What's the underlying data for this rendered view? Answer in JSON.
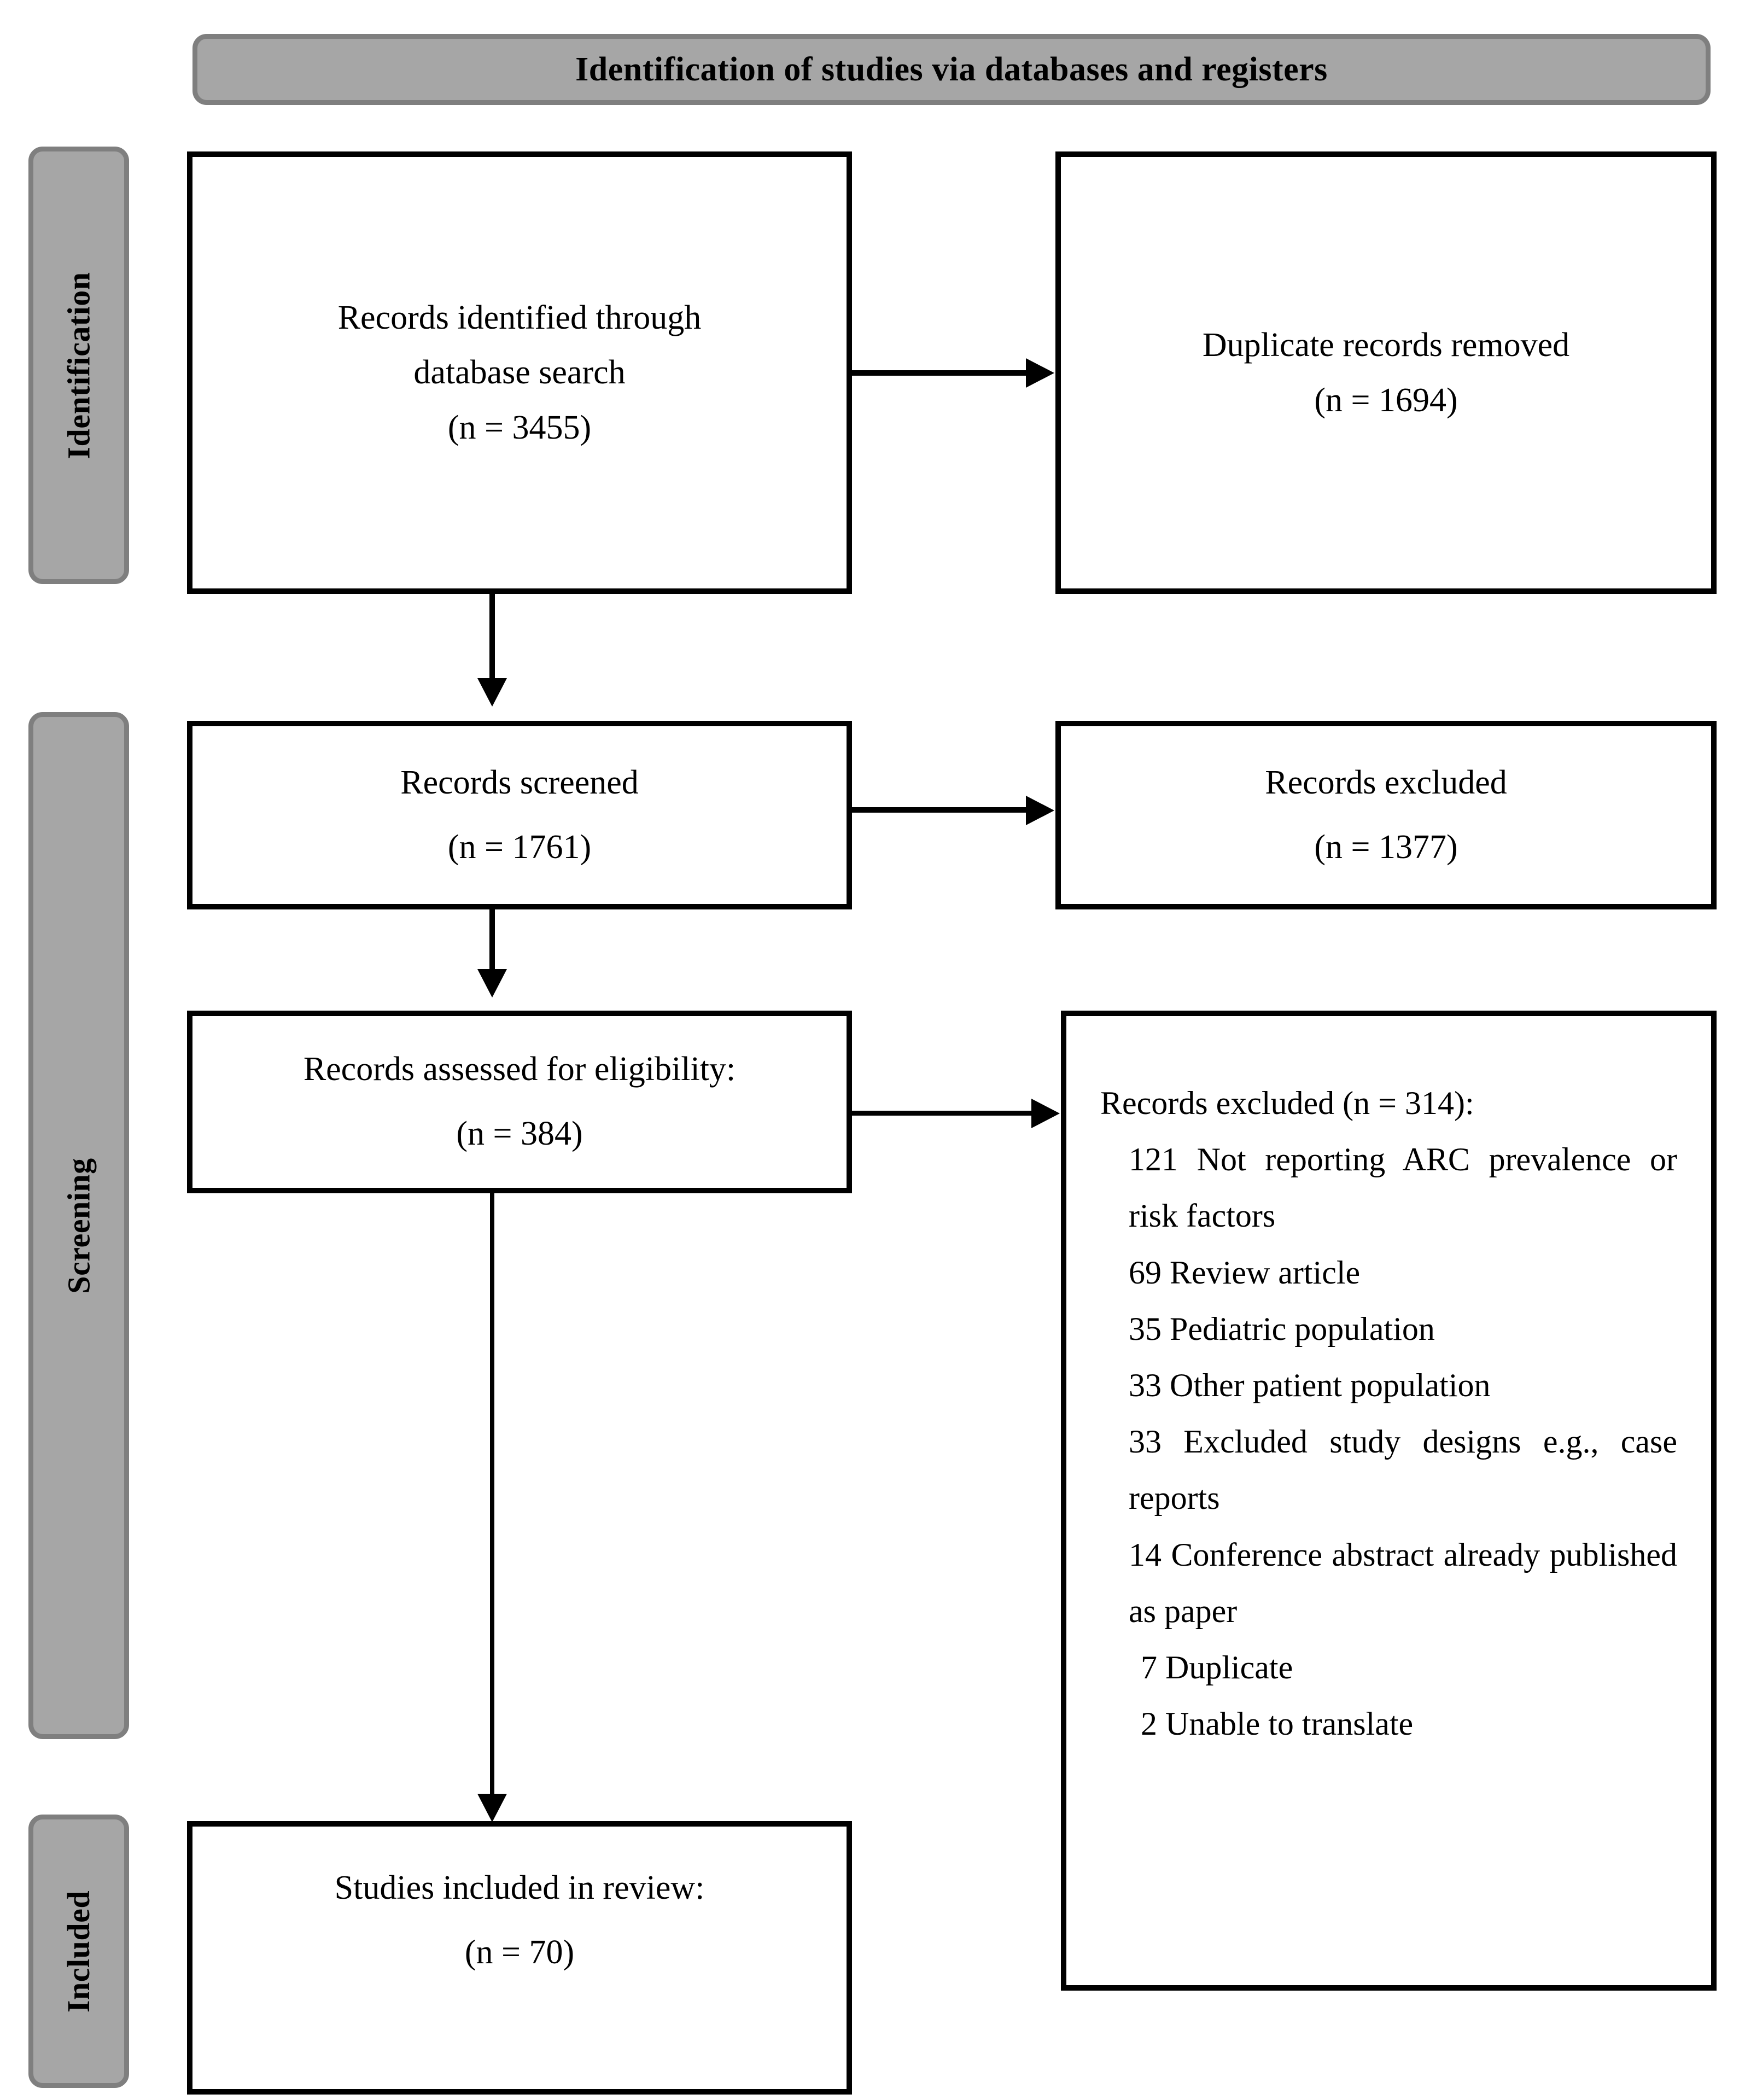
{
  "header": {
    "title": "Identification of studies via databases and registers"
  },
  "phases": [
    {
      "key": "identification",
      "label": "Identification"
    },
    {
      "key": "screening",
      "label": "Screening"
    },
    {
      "key": "included",
      "label": "Included"
    }
  ],
  "boxes": {
    "records_identified": {
      "line1": "Records identified through",
      "line2": "database search",
      "line3": "(n = 3455)"
    },
    "duplicates_removed": {
      "line1": "Duplicate records removed",
      "line2": "(n = 1694)"
    },
    "records_screened": {
      "line1": "Records screened",
      "line2": "(n = 1761)"
    },
    "records_excluded_screening": {
      "line1": "Records excluded",
      "line2": "(n = 1377)"
    },
    "records_assessed": {
      "line1": "Records assessed for eligibility:",
      "line2": "(n = 384)"
    },
    "records_excluded_eligibility": {
      "heading": "Records excluded (n = 314):",
      "reasons": [
        {
          "count": "121",
          "text": "121 Not reporting ARC prevalence or risk factors"
        },
        {
          "count": "69",
          "text": "69 Review article"
        },
        {
          "count": "35",
          "text": "35 Pediatric population"
        },
        {
          "count": "33",
          "text": "33 Other patient population"
        },
        {
          "count": "33",
          "text": "33 Excluded study designs e.g., case reports"
        },
        {
          "count": "14",
          "text": "14 Conference abstract already published as paper"
        },
        {
          "count": "7",
          "text": "7 Duplicate"
        },
        {
          "count": "2",
          "text": "2 Unable to translate"
        }
      ]
    },
    "studies_included": {
      "line1": "Studies included in review:",
      "line2": "(n = 70)"
    }
  },
  "connectors": [
    {
      "name": "identified-to-duplicates",
      "direction": "right"
    },
    {
      "name": "identified-to-screened",
      "direction": "down"
    },
    {
      "name": "screened-to-excluded",
      "direction": "right"
    },
    {
      "name": "screened-to-assessed",
      "direction": "down"
    },
    {
      "name": "assessed-to-excluded",
      "direction": "right"
    },
    {
      "name": "assessed-to-included",
      "direction": "down"
    }
  ],
  "colors": {
    "phase_fill": "#a6a6a6",
    "phase_border": "#7f7f7f",
    "box_border": "#000000",
    "background": "#ffffff",
    "text": "#000000"
  }
}
